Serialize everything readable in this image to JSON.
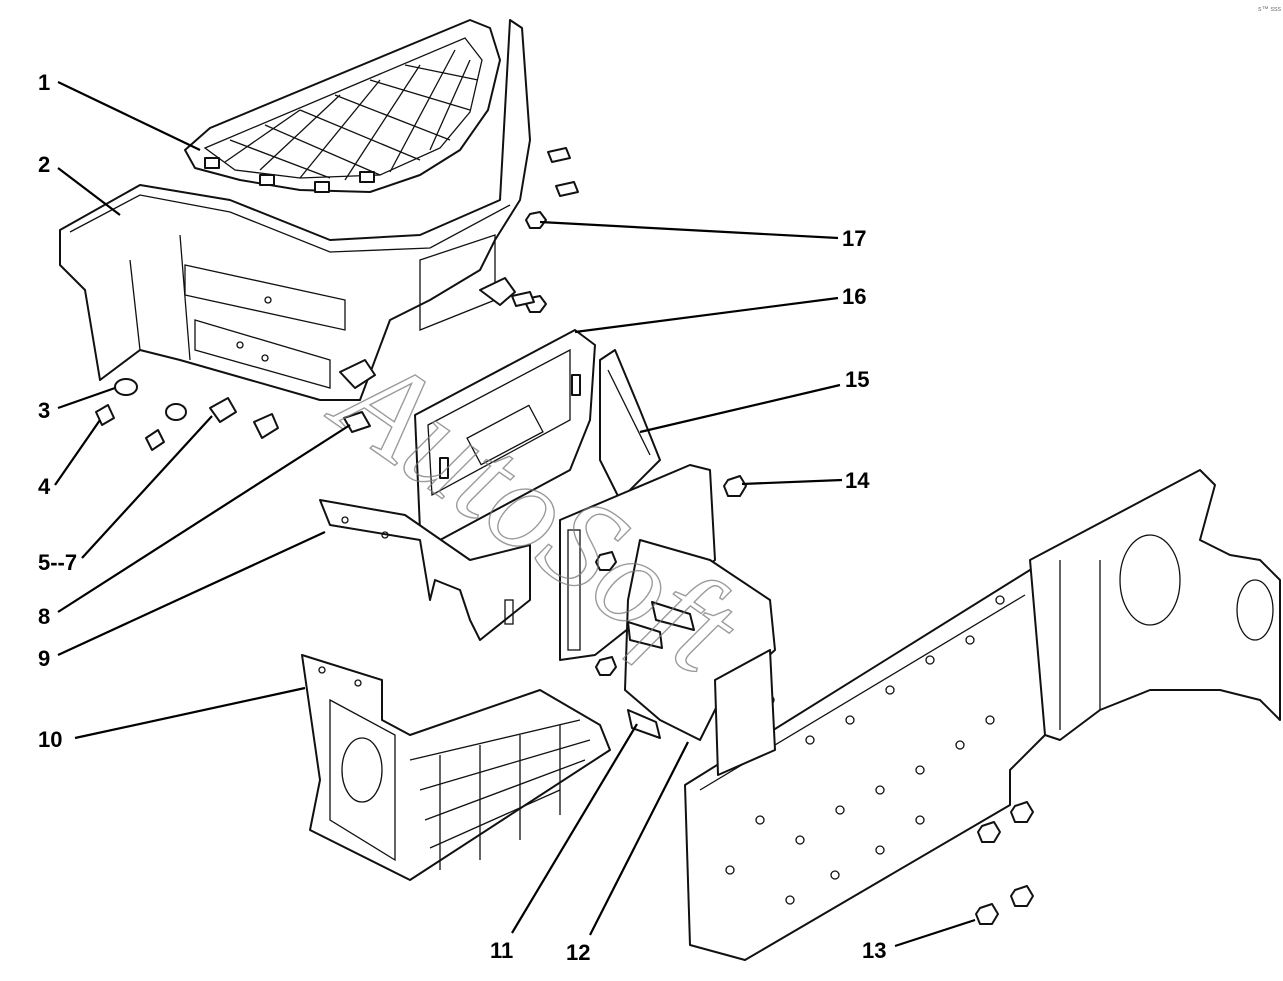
{
  "watermark": "AutoSoft",
  "corner_mark": "s™ sss",
  "callouts": [
    {
      "id": "c1",
      "label": "1"
    },
    {
      "id": "c2",
      "label": "2"
    },
    {
      "id": "c3",
      "label": "3"
    },
    {
      "id": "c4",
      "label": "4"
    },
    {
      "id": "c5",
      "label": "5--7"
    },
    {
      "id": "c8",
      "label": "8"
    },
    {
      "id": "c9",
      "label": "9"
    },
    {
      "id": "c10",
      "label": "10"
    },
    {
      "id": "c11",
      "label": "11"
    },
    {
      "id": "c12",
      "label": "12"
    },
    {
      "id": "c13",
      "label": "13"
    },
    {
      "id": "c14",
      "label": "14"
    },
    {
      "id": "c15",
      "label": "15"
    },
    {
      "id": "c16",
      "label": "16"
    },
    {
      "id": "c17",
      "label": "17"
    }
  ]
}
